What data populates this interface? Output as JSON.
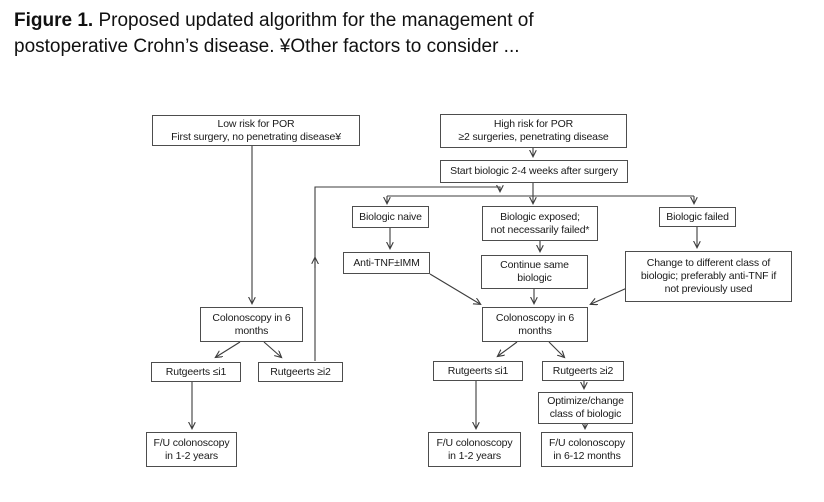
{
  "caption": {
    "bold": "Figure 1.",
    "line1": "Proposed updated algorithm for the management of",
    "line2": "postoperative Crohn’s disease. ¥Other factors to consider ..."
  },
  "colors": {
    "background": "#ffffff",
    "box_border": "#4d4d4d",
    "line": "#3c3c3c",
    "text": "#1a1a1a"
  },
  "nodes": {
    "low_risk": "Low risk for POR\nFirst surgery, no penetrating disease¥",
    "high_risk": "High risk for POR\n≥2 surgeries, penetrating disease",
    "start_biologic": "Start biologic 2-4 weeks after surgery",
    "biologic_naive": "Biologic naive",
    "biologic_exposed": "Biologic exposed;\nnot necessarily failed*",
    "biologic_failed": "Biologic failed",
    "anti_tnf": "Anti-TNF±IMM",
    "continue_same": "Continue same\nbiologic",
    "change_class": "Change to different class of\nbiologic; preferably anti-TNF if\nnot previously used",
    "colonoscopy_left": "Colonoscopy in 6\nmonths",
    "colonoscopy_right": "Colonoscopy in 6\nmonths",
    "rutgeerts_le_left": "Rutgeerts ≤i1",
    "rutgeerts_ge_left": "Rutgeerts ≥i2",
    "rutgeerts_le_right": "Rutgeerts ≤i1",
    "rutgeerts_ge_right": "Rutgeerts ≥i2",
    "optimize": "Optimize/change\nclass of biologic",
    "fu_left": "F/U colonoscopy\nin 1-2 years",
    "fu_mid": "F/U colonoscopy\nin 1-2 years",
    "fu_right": "F/U colonoscopy\nin 6-12 months"
  }
}
